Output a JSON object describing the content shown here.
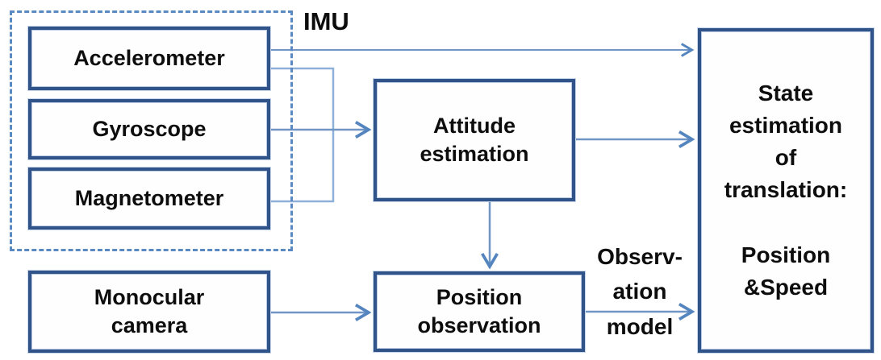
{
  "labels": {
    "imu": "IMU",
    "observation_model": "Observ-\nation\nmodel"
  },
  "nodes": {
    "accelerometer": "Accelerometer",
    "gyroscope": "Gyroscope",
    "magnetometer": "Magnetometer",
    "monocular_camera": "Monocular\ncamera",
    "attitude_estimation": "Attitude\nestimation",
    "position_observation": "Position\nobservation",
    "state_estimation_title": "State\nestimation\nof\ntranslation:",
    "state_estimation_outputs": "Position\n&Speed"
  },
  "colors": {
    "box_border": "#30548a",
    "connector_line": "#7096c5",
    "connector_bus": "#8fb0d8",
    "arrowhead": "#5585bf",
    "dashed_border": "#5b8ac3",
    "text": "#0d0d0d",
    "background": "#ffffff"
  }
}
